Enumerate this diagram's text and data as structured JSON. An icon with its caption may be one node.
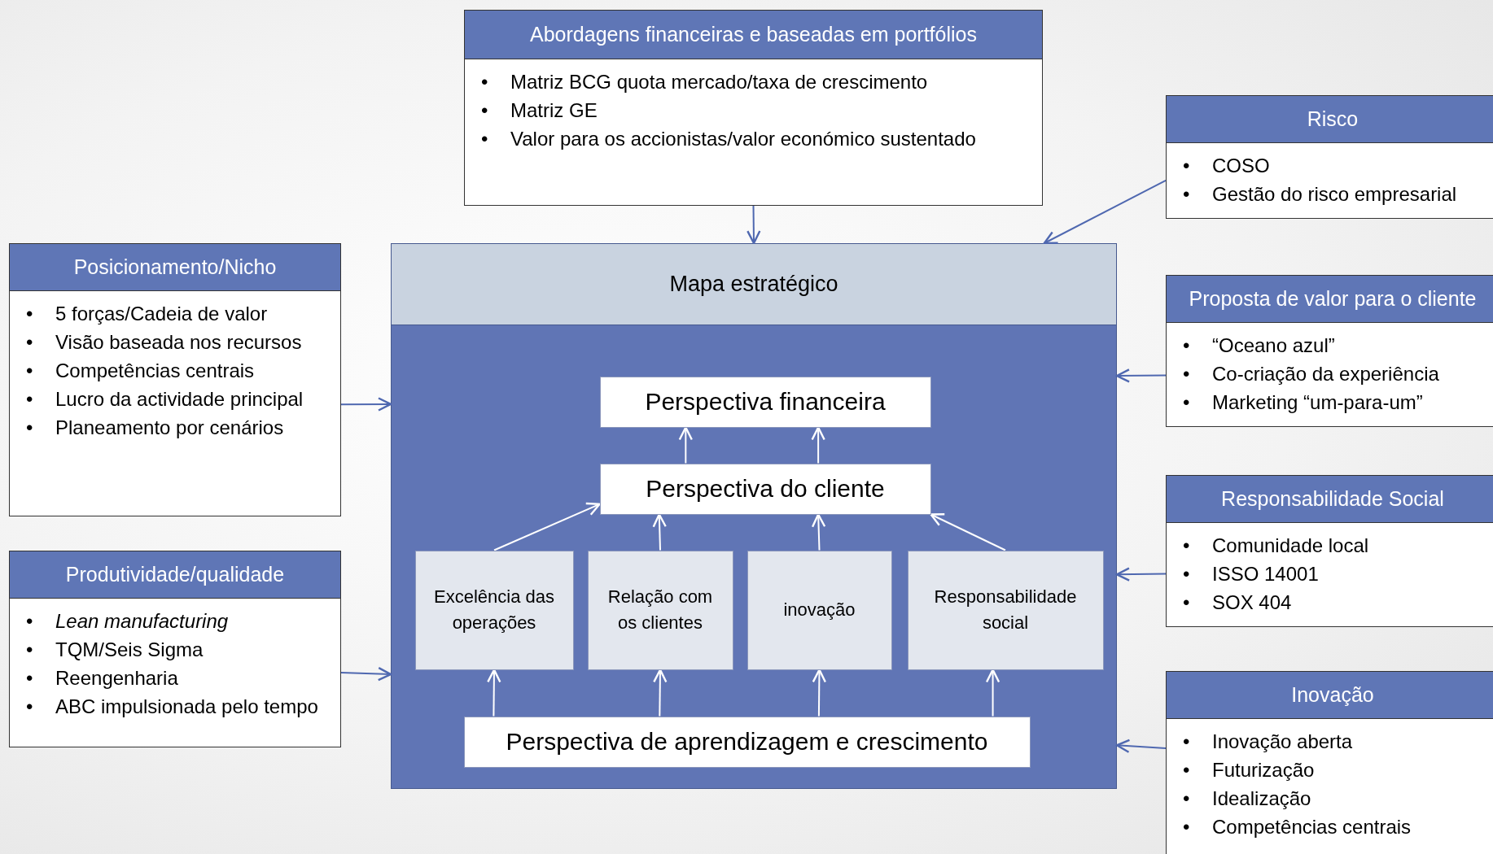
{
  "diagram": {
    "nodes": [
      {
        "text": [
          "Abordagens financeiras e baseadas em portfólios",
          "Matriz BCG quota mercado/taxa de crescimento",
          "Matriz GE",
          "Valor para os accionistas/valor económico sustentado"
        ]
      },
      {
        "text": [
          "Risco",
          "COSO",
          "Gestão do risco empresarial"
        ]
      },
      {
        "text": [
          "Proposta de valor para o cliente",
          "“Oceano azul”",
          "Co-criação da experiência",
          "Marketing “um-para-um”"
        ]
      },
      {
        "text": [
          "Responsabilidade Social",
          "Comunidade local",
          "ISSO 14001",
          "SOX 404"
        ]
      },
      {
        "text": [
          "Inovação",
          "Inovação aberta",
          "Futurização",
          "Idealização",
          "Competências centrais"
        ]
      },
      {
        "text": [
          "Posicionamento/Nicho",
          "5 forças/Cadeia de valor",
          "Visão baseada nos recursos",
          "Competências centrais",
          "Lucro da actividade principal",
          "Planeamento por cenários"
        ]
      },
      {
        "text": [
          "Produtividade/qualidade",
          "*Lean manufacturing*",
          "TQM/Seis Sigma",
          "Reengenharia",
          "ABC impulsionada pelo tempo"
        ]
      },
      {
        "text": [
          "Mapa estratégico"
        ]
      },
      {
        "text": [
          "Perspectiva financeira"
        ],
        "in": 7
      },
      {
        "text": [
          "Perspectiva do cliente"
        ],
        "in": 7
      },
      {
        "text": [
          "Excelência das operações"
        ],
        "in": 7
      },
      {
        "text": [
          "Relação com os clientes"
        ],
        "in": 7
      },
      {
        "text": [
          "inovação"
        ],
        "in": 7
      },
      {
        "text": [
          "Responsabilidade social"
        ],
        "in": 7
      },
      {
        "text": [
          "Perspectiva de aprendizagem e crescimento"
        ],
        "in": 7
      }
    ],
    "edges": [
      {
        "from": 0,
        "to": 7,
        "arrow": "to",
        "color": "#4f68b0"
      },
      {
        "from": 1,
        "to": 7,
        "arrow": "to",
        "color": "#4f68b0"
      },
      {
        "from": 2,
        "to": 7,
        "arrow": "to",
        "color": "#4f68b0"
      },
      {
        "from": 3,
        "to": 7,
        "arrow": "to",
        "color": "#4f68b0"
      },
      {
        "from": 4,
        "to": 7,
        "arrow": "to",
        "color": "#4f68b0"
      },
      {
        "from": 5,
        "to": 7,
        "arrow": "to",
        "color": "#4f68b0"
      },
      {
        "from": 6,
        "to": 7,
        "arrow": "to",
        "color": "#4f68b0"
      },
      {
        "from": 9,
        "to": 8,
        "arrow": "to"
      },
      {
        "from": 9,
        "to": 8,
        "arrow": "to"
      },
      {
        "from": 10,
        "to": 9,
        "arrow": "to"
      },
      {
        "from": 11,
        "to": 9,
        "arrow": "to"
      },
      {
        "from": 12,
        "to": 9,
        "arrow": "to"
      },
      {
        "from": 13,
        "to": 9,
        "arrow": "to"
      },
      {
        "from": 14,
        "to": 10,
        "arrow": "to"
      },
      {
        "from": 14,
        "to": 11,
        "arrow": "to"
      },
      {
        "from": 14,
        "to": 12,
        "arrow": "to"
      },
      {
        "from": 14,
        "to": 13,
        "arrow": "to"
      }
    ],
    "labels": [
      "•",
      "•",
      "•",
      "•",
      "•",
      "•",
      "•",
      "•",
      "•",
      "•",
      "•",
      "•",
      "•",
      "•",
      "•",
      "•",
      "•",
      "•",
      "•",
      "•",
      "•",
      "•",
      "•",
      "•"
    ]
  }
}
